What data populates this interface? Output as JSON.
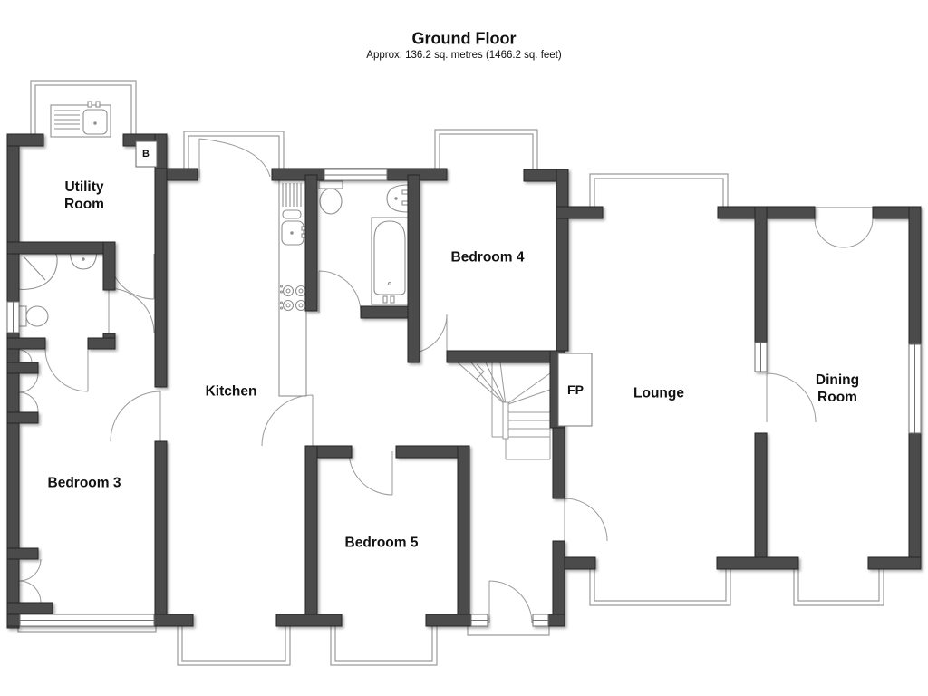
{
  "title": "Ground Floor",
  "subtitle": "Approx. 136.2 sq. metres (1466.2 sq. feet)",
  "rooms": {
    "utility": "Utility\nRoom",
    "kitchen": "Kitchen",
    "bedroom3": "Bedroom 3",
    "bedroom4": "Bedroom 4",
    "bedroom5": "Bedroom 5",
    "lounge": "Lounge",
    "dining": "Dining\nRoom"
  },
  "annotations": {
    "boiler": "B",
    "fireplace": "FP"
  },
  "colors": {
    "wall": "#4b4b4b",
    "wall_edge": "#242424",
    "thin_line": "#9a9a9a",
    "text": "#111111"
  },
  "fixtures": [
    "utility-sink",
    "shower",
    "toilet",
    "wash-basin",
    "bathtub",
    "kitchen-sink",
    "hob",
    "staircase",
    "fireplace",
    "boiler",
    "front-door",
    "bay-windows"
  ]
}
